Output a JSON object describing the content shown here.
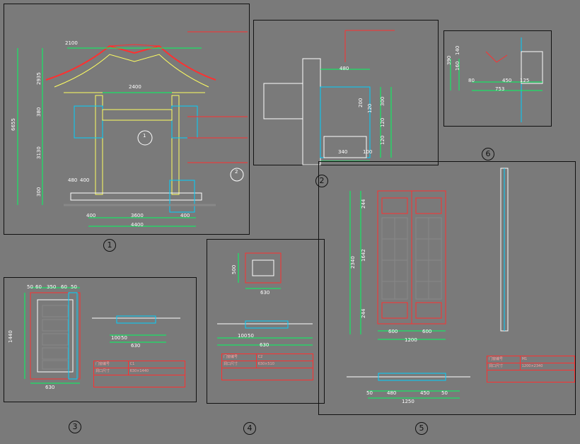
{
  "panel1": {
    "number": "1",
    "dims": {
      "top_width": "2100",
      "mid_width": "2400",
      "d480": "480",
      "d400": "400",
      "left_400": "400",
      "span": "3600",
      "right_400": "400",
      "total": "4400",
      "h2935": "2935",
      "h380": "380",
      "h3130": "3130",
      "h300": "300",
      "h6655": "6655"
    },
    "callouts": [
      "1",
      "2"
    ]
  },
  "panel2": {
    "number": "2",
    "dims": {
      "d480": "480",
      "d200": "200",
      "d120": "120",
      "d300": "300",
      "d120b": "120",
      "d120c": "120",
      "d340": "340",
      "d100": "100"
    }
  },
  "panel3": {
    "number": "3",
    "dims": {
      "top": [
        "50",
        "60",
        "350",
        "60",
        "50"
      ],
      "height": "1440",
      "width": "630",
      "sec_a": "100",
      "sec_b": "50",
      "sec_w": "630"
    },
    "table_rows": [
      [
        "门窗编号",
        "C1"
      ],
      [
        "洞口尺寸",
        "630×1440"
      ]
    ]
  },
  "panel4": {
    "number": "4",
    "dims": {
      "h500": "500",
      "d630": "630",
      "sec_a": "100",
      "sec_b": "50",
      "sec_w": "630"
    },
    "table_rows": [
      [
        "门窗编号",
        "C2"
      ],
      [
        "洞口尺寸",
        "630×510"
      ]
    ]
  },
  "panel5": {
    "number": "5",
    "dims": {
      "d244": "244",
      "d1642": "1642",
      "d2340": "2340",
      "d244b": "244",
      "d600a": "600",
      "d600b": "600",
      "d1200": "1200",
      "d50": "50",
      "d450a": "480",
      "d450b": "450",
      "d1250": "1250",
      "d50b": "50"
    },
    "table_rows": [
      [
        "门窗编号",
        "M1"
      ],
      [
        "洞口尺寸",
        "1200×2340"
      ]
    ]
  },
  "panel6": {
    "number": "6",
    "dims": {
      "d390": "390",
      "d80": "80",
      "d450": "450",
      "d125": "125",
      "d753": "753",
      "d140": "140",
      "d160": "160"
    }
  }
}
